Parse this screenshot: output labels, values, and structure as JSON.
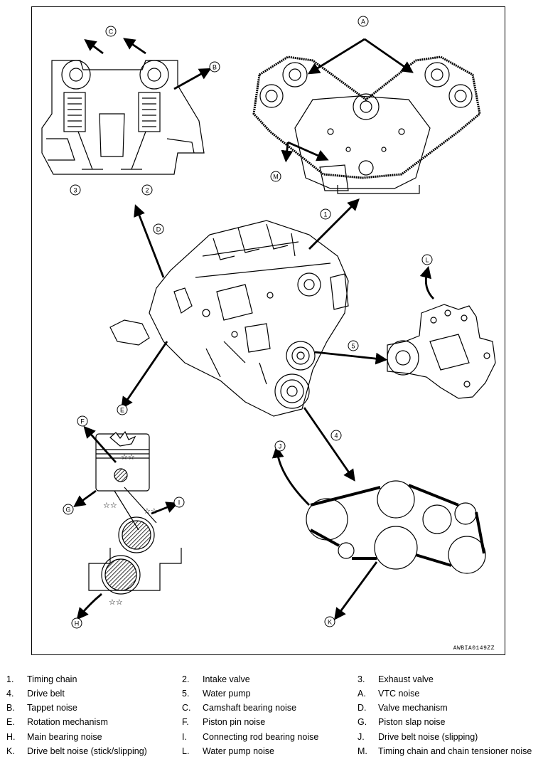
{
  "figure": {
    "id_code": "AWBIA0149ZZ",
    "callouts": [
      "A",
      "B",
      "C",
      "D",
      "E",
      "F",
      "G",
      "H",
      "I",
      "J",
      "K",
      "L",
      "M",
      "1",
      "2",
      "3",
      "4",
      "5"
    ]
  },
  "legend": [
    {
      "key": "1.",
      "text": "Timing chain"
    },
    {
      "key": "2.",
      "text": "Intake valve"
    },
    {
      "key": "3.",
      "text": "Exhaust valve"
    },
    {
      "key": "4.",
      "text": "Drive belt"
    },
    {
      "key": "5.",
      "text": "Water pump"
    },
    {
      "key": "A.",
      "text": "VTC noise"
    },
    {
      "key": "B.",
      "text": "Tappet noise"
    },
    {
      "key": "C.",
      "text": "Camshaft bearing noise"
    },
    {
      "key": "D.",
      "text": "Valve mechanism"
    },
    {
      "key": "E.",
      "text": "Rotation mechanism"
    },
    {
      "key": "F.",
      "text": "Piston pin noise"
    },
    {
      "key": "G.",
      "text": "Piston slap noise"
    },
    {
      "key": "H.",
      "text": "Main bearing noise"
    },
    {
      "key": "I.",
      "text": "Connecting rod bearing noise"
    },
    {
      "key": "J.",
      "text": "Drive belt noise (slipping)"
    },
    {
      "key": "K.",
      "text": "Drive belt noise (stick/slipping)"
    },
    {
      "key": "L.",
      "text": "Water pump noise"
    },
    {
      "key": "M.",
      "text": "Timing chain and chain tensioner noise"
    }
  ]
}
